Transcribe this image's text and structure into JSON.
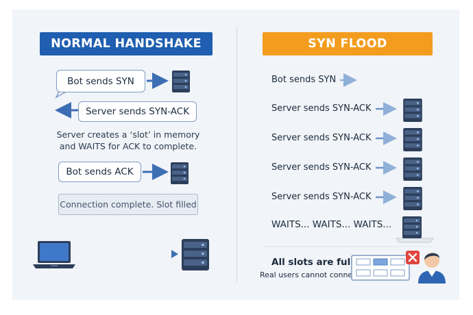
{
  "normal": {
    "title": "NORMAL HANDSHAKE",
    "bot_sends_syn": "Bot sends SYN",
    "server_sends_synack": "Server sends SYN-ACK",
    "note_line1": "Server creates a ‘slot’ in memory",
    "note_line2": "and WAITS for ACK to complete.",
    "bot_sends_ack": "Bot sends ACK",
    "complete": "Connection complete. Slot filled"
  },
  "flood": {
    "title": "SYN FLOOD",
    "bot_sends_syn": "Bot sends SYN",
    "synack_rows": [
      "Server sends SYN-ACK",
      "Server sends SYN-ACK",
      "Server sends SYN-ACK",
      "Server sends SYN-ACK"
    ],
    "waits": "WAITS... WAITS... WAITS...",
    "all_full": "All slots are full.",
    "cannot_connect": "Real users cannot connect."
  },
  "colors": {
    "blue_header": "#1f5eb0",
    "orange_header": "#f39c1d",
    "arrow_blue": "#3c6eb4",
    "server_dark": "#2c3e5a",
    "error_red": "#e0443e"
  },
  "icons": [
    "server-icon",
    "laptop-icon",
    "user-avatar-icon",
    "close-icon",
    "arrow-right-icon",
    "arrow-left-icon"
  ]
}
